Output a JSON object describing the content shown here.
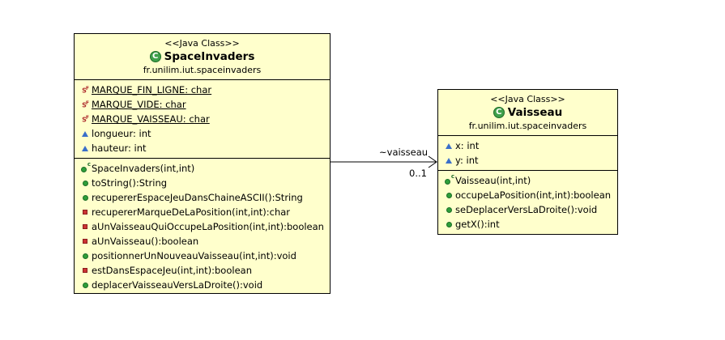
{
  "space_invaders": {
    "stereotype": "<<Java Class>>",
    "name": "SpaceInvaders",
    "package": "fr.unilim.iut.spaceinvaders",
    "attributes": [
      {
        "text": "MARQUE_FIN_LIGNE: char",
        "visibility": "static-final",
        "underline": true
      },
      {
        "text": "MARQUE_VIDE: char",
        "visibility": "static-final",
        "underline": true
      },
      {
        "text": "MARQUE_VAISSEAU: char",
        "visibility": "static-final",
        "underline": true
      },
      {
        "text": "longueur: int",
        "visibility": "package",
        "underline": false
      },
      {
        "text": "hauteur: int",
        "visibility": "package",
        "underline": false
      }
    ],
    "methods": [
      {
        "text": "SpaceInvaders(int,int)",
        "visibility": "constructor"
      },
      {
        "text": "toString():String",
        "visibility": "public"
      },
      {
        "text": "recupererEspaceJeuDansChaineASCII():String",
        "visibility": "public"
      },
      {
        "text": "recupererMarqueDeLaPosition(int,int):char",
        "visibility": "private"
      },
      {
        "text": "aUnVaisseauQuiOccupeLaPosition(int,int):boolean",
        "visibility": "private"
      },
      {
        "text": "aUnVaisseau():boolean",
        "visibility": "private"
      },
      {
        "text": "positionnerUnNouveauVaisseau(int,int):void",
        "visibility": "public"
      },
      {
        "text": "estDansEspaceJeu(int,int):boolean",
        "visibility": "private"
      },
      {
        "text": "deplacerVaisseauVersLaDroite():void",
        "visibility": "public"
      }
    ]
  },
  "vaisseau": {
    "stereotype": "<<Java Class>>",
    "name": "Vaisseau",
    "package": "fr.unilim.iut.spaceinvaders",
    "attributes": [
      {
        "text": "x: int",
        "visibility": "package",
        "underline": false
      },
      {
        "text": "y: int",
        "visibility": "package",
        "underline": false
      }
    ],
    "methods": [
      {
        "text": "Vaisseau(int,int)",
        "visibility": "constructor"
      },
      {
        "text": "occupeLaPosition(int,int):boolean",
        "visibility": "public"
      },
      {
        "text": "seDeplacerVersLaDroite():void",
        "visibility": "public"
      },
      {
        "text": "getX():int",
        "visibility": "public"
      }
    ]
  },
  "association": {
    "role": "~vaisseau",
    "multiplicity": "0..1"
  },
  "colors": {
    "class_fill": "#ffffcc",
    "public": "#2e9e3a",
    "private": "#cc3333",
    "package": "#3a6fc9"
  }
}
